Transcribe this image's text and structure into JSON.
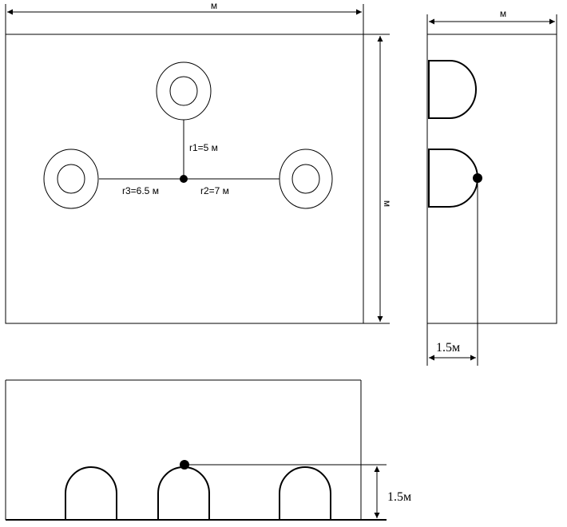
{
  "labels": {
    "top_width": "м",
    "side_width": "м",
    "right_height": "м",
    "r1": "r1=5 м",
    "r2": "r2=7 м",
    "r3": "r3=6.5 м",
    "side_offset": "1.5м",
    "front_height": "1.5м"
  }
}
